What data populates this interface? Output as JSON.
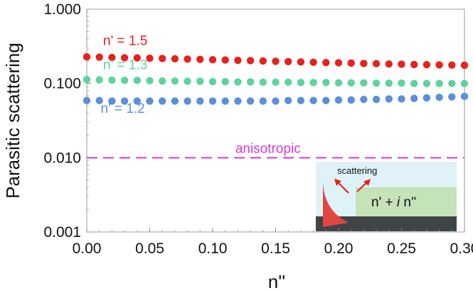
{
  "chart_data": {
    "type": "scatter",
    "xlabel": "n''",
    "ylabel": "Parasitic scattering",
    "xlim": [
      0,
      0.3
    ],
    "ylim": [
      0.001,
      1
    ],
    "yscale": "log",
    "grid": false,
    "x_ticks": [
      "0.00",
      "0.05",
      "0.10",
      "0.15",
      "0.20",
      "0.25",
      "0.30"
    ],
    "y_ticks": [
      "0.001",
      "0.010",
      "0.100",
      "1.000"
    ],
    "series": [
      {
        "name": "n' = 1.5",
        "color": "#e8211c",
        "x": [
          0,
          0.01,
          0.02,
          0.03,
          0.04,
          0.05,
          0.06,
          0.07,
          0.08,
          0.09,
          0.1,
          0.11,
          0.12,
          0.13,
          0.14,
          0.15,
          0.16,
          0.17,
          0.18,
          0.19,
          0.2,
          0.21,
          0.22,
          0.23,
          0.24,
          0.25,
          0.26,
          0.27,
          0.28,
          0.29,
          0.3
        ],
        "values": [
          0.228,
          0.226,
          0.224,
          0.222,
          0.221,
          0.219,
          0.217,
          0.215,
          0.213,
          0.211,
          0.209,
          0.207,
          0.205,
          0.203,
          0.201,
          0.199,
          0.197,
          0.195,
          0.193,
          0.191,
          0.19,
          0.188,
          0.186,
          0.185,
          0.183,
          0.182,
          0.18,
          0.179,
          0.178,
          0.177,
          0.176
        ]
      },
      {
        "name": "n' = 1.3",
        "color": "#5dd39e",
        "x": [
          0,
          0.01,
          0.02,
          0.03,
          0.04,
          0.05,
          0.06,
          0.07,
          0.08,
          0.09,
          0.1,
          0.11,
          0.12,
          0.13,
          0.14,
          0.15,
          0.16,
          0.17,
          0.18,
          0.19,
          0.2,
          0.21,
          0.22,
          0.23,
          0.24,
          0.25,
          0.26,
          0.27,
          0.28,
          0.29,
          0.3
        ],
        "values": [
          0.113,
          0.112,
          0.111,
          0.11,
          0.11,
          0.109,
          0.108,
          0.108,
          0.107,
          0.107,
          0.106,
          0.106,
          0.105,
          0.105,
          0.104,
          0.104,
          0.104,
          0.103,
          0.103,
          0.103,
          0.102,
          0.102,
          0.102,
          0.101,
          0.101,
          0.101,
          0.1,
          0.1,
          0.1,
          0.1,
          0.1
        ]
      },
      {
        "name": "n' = 1.2",
        "color": "#5b8fd9",
        "x": [
          0,
          0.01,
          0.02,
          0.03,
          0.04,
          0.05,
          0.06,
          0.07,
          0.08,
          0.09,
          0.1,
          0.11,
          0.12,
          0.13,
          0.14,
          0.15,
          0.16,
          0.17,
          0.18,
          0.19,
          0.2,
          0.21,
          0.22,
          0.23,
          0.24,
          0.25,
          0.26,
          0.27,
          0.28,
          0.29,
          0.3
        ],
        "values": [
          0.059,
          0.059,
          0.058,
          0.058,
          0.058,
          0.058,
          0.058,
          0.058,
          0.058,
          0.058,
          0.058,
          0.058,
          0.058,
          0.058,
          0.058,
          0.058,
          0.059,
          0.059,
          0.059,
          0.059,
          0.06,
          0.06,
          0.061,
          0.061,
          0.062,
          0.062,
          0.063,
          0.064,
          0.065,
          0.066,
          0.067
        ]
      }
    ],
    "reference_line": {
      "label": "anisotropic",
      "value": 0.01,
      "color": "#d63ad6",
      "style": "dashed"
    },
    "inset": {
      "label_scattering": "scattering",
      "label_material_prefix": "n' + ",
      "label_material_i": "i",
      "label_material_suffix": " n''",
      "colors": {
        "background": "#dff2f8",
        "block": "#c5e3b8",
        "base": "#3f4447",
        "wave": "#e2463f",
        "arrow": "#e8211c"
      }
    }
  }
}
